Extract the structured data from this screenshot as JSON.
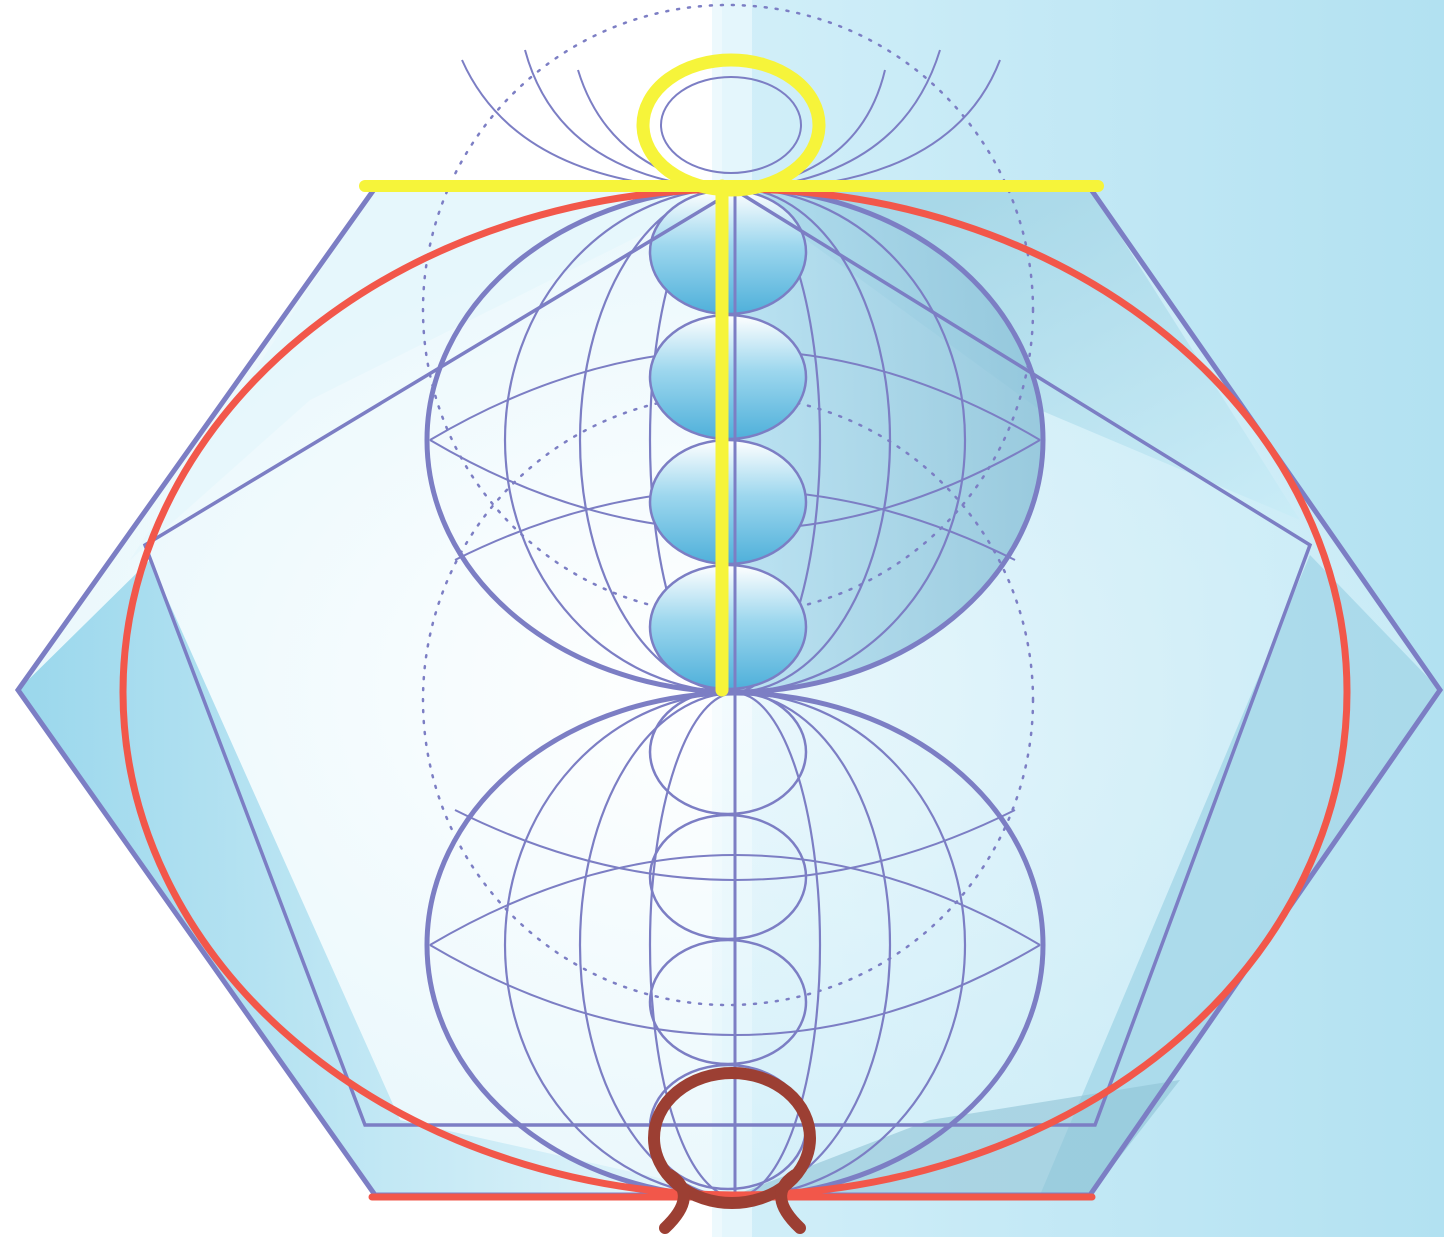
{
  "diagram": {
    "colors": {
      "background_left": "#ffffff",
      "background_right": "#b6e3f2",
      "hexagon_stroke": "#7c7ec4",
      "circle_stroke": "#7c7ec4",
      "ellipse_stroke": "#f2574a",
      "base_line": "#f2574a",
      "ankh_color": "#f6f43a",
      "bottom_symbol": "#9c3f33",
      "sphere_light": "#ffffff",
      "sphere_dark": "#56b6dc"
    },
    "elements": [
      "hexagon",
      "inner-pentagon",
      "red-ellipse",
      "upper-vesica-circle",
      "lower-vesica-circle",
      "chakra-spheres",
      "ankh-symbol",
      "bottom-horseshoe-symbol",
      "dotted-guide-circles",
      "field-lines"
    ]
  }
}
